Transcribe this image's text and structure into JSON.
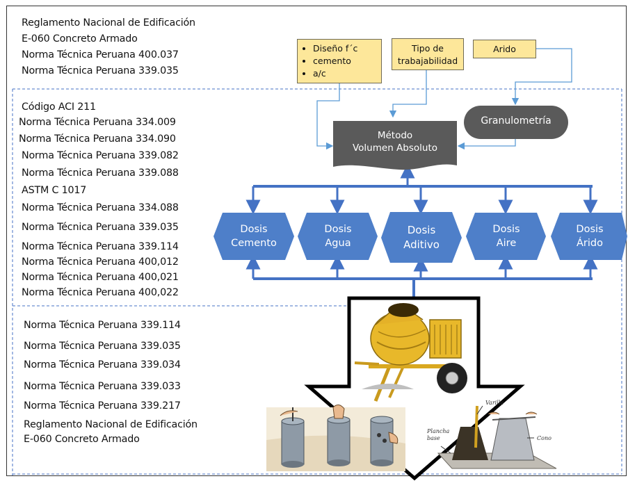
{
  "section1": {
    "lines": [
      "Reglamento Nacional de Edificación",
      "E-060 Concreto Armado",
      "Norma Técnica Peruana  400.037",
      "Norma Técnica Peruana  339.035"
    ]
  },
  "section2": {
    "lines": [
      "Código ACI 211",
      "Norma Técnica Peruana  334.009",
      "Norma Técnica Peruana  334.090",
      "Norma Técnica Peruana  339.082",
      "Norma Técnica Peruana  339.088",
      "ASTM C 1017",
      "Norma Técnica Peruana  334.088",
      "Norma Técnica Peruana  339.035",
      "Norma Técnica Peruana  339.114",
      "Norma Técnica Peruana  400,012",
      "Norma Técnica Peruana  400,021",
      "Norma Técnica Peruana  400,022"
    ]
  },
  "section3": {
    "lines": [
      "Norma Técnica Peruana  339.114",
      "Norma Técnica Peruana  339.035",
      "Norma Técnica Peruana  339.034",
      "Norma Técnica Peruana  339.033",
      "Norma Técnica Peruana  339.217",
      "Reglamento Nacional de Edificación",
      "E-060 Concreto Armado"
    ]
  },
  "inputs": {
    "design_items": [
      "Diseño f´c",
      "cemento",
      "a/c"
    ],
    "workability": [
      "Tipo de",
      "trabajabilidad"
    ],
    "aggregate": "Arido"
  },
  "granulometry": "Granulometría",
  "method": [
    "Método",
    "Volumen Absoluto"
  ],
  "doses": [
    {
      "line1": "Dosis",
      "line2": "Cemento"
    },
    {
      "line1": "Dosis",
      "line2": "Agua"
    },
    {
      "line1": "Dosis",
      "line2": "Aditivo"
    },
    {
      "line1": "Dosis",
      "line2": "Aire"
    },
    {
      "line1": "Dosis",
      "line2": "Árido"
    }
  ],
  "illustration_labels": {
    "varilla": "Varilla",
    "cono": "Cono",
    "plancha": "Plancha",
    "base": "base"
  },
  "colors": {
    "flow_blue": "#4472c4",
    "hex_fill": "#4e7fc9",
    "dark_gray": "#5a5a5a",
    "input_yellow": "#fde79a",
    "mixer_yellow": "#e8b82a"
  }
}
